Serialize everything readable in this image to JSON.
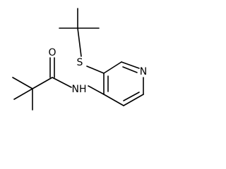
{
  "molecule": {
    "atoms": {
      "sulfur": "S",
      "oxygen": "O",
      "ring_nitrogen": "N",
      "amide_nh": "NH"
    }
  }
}
